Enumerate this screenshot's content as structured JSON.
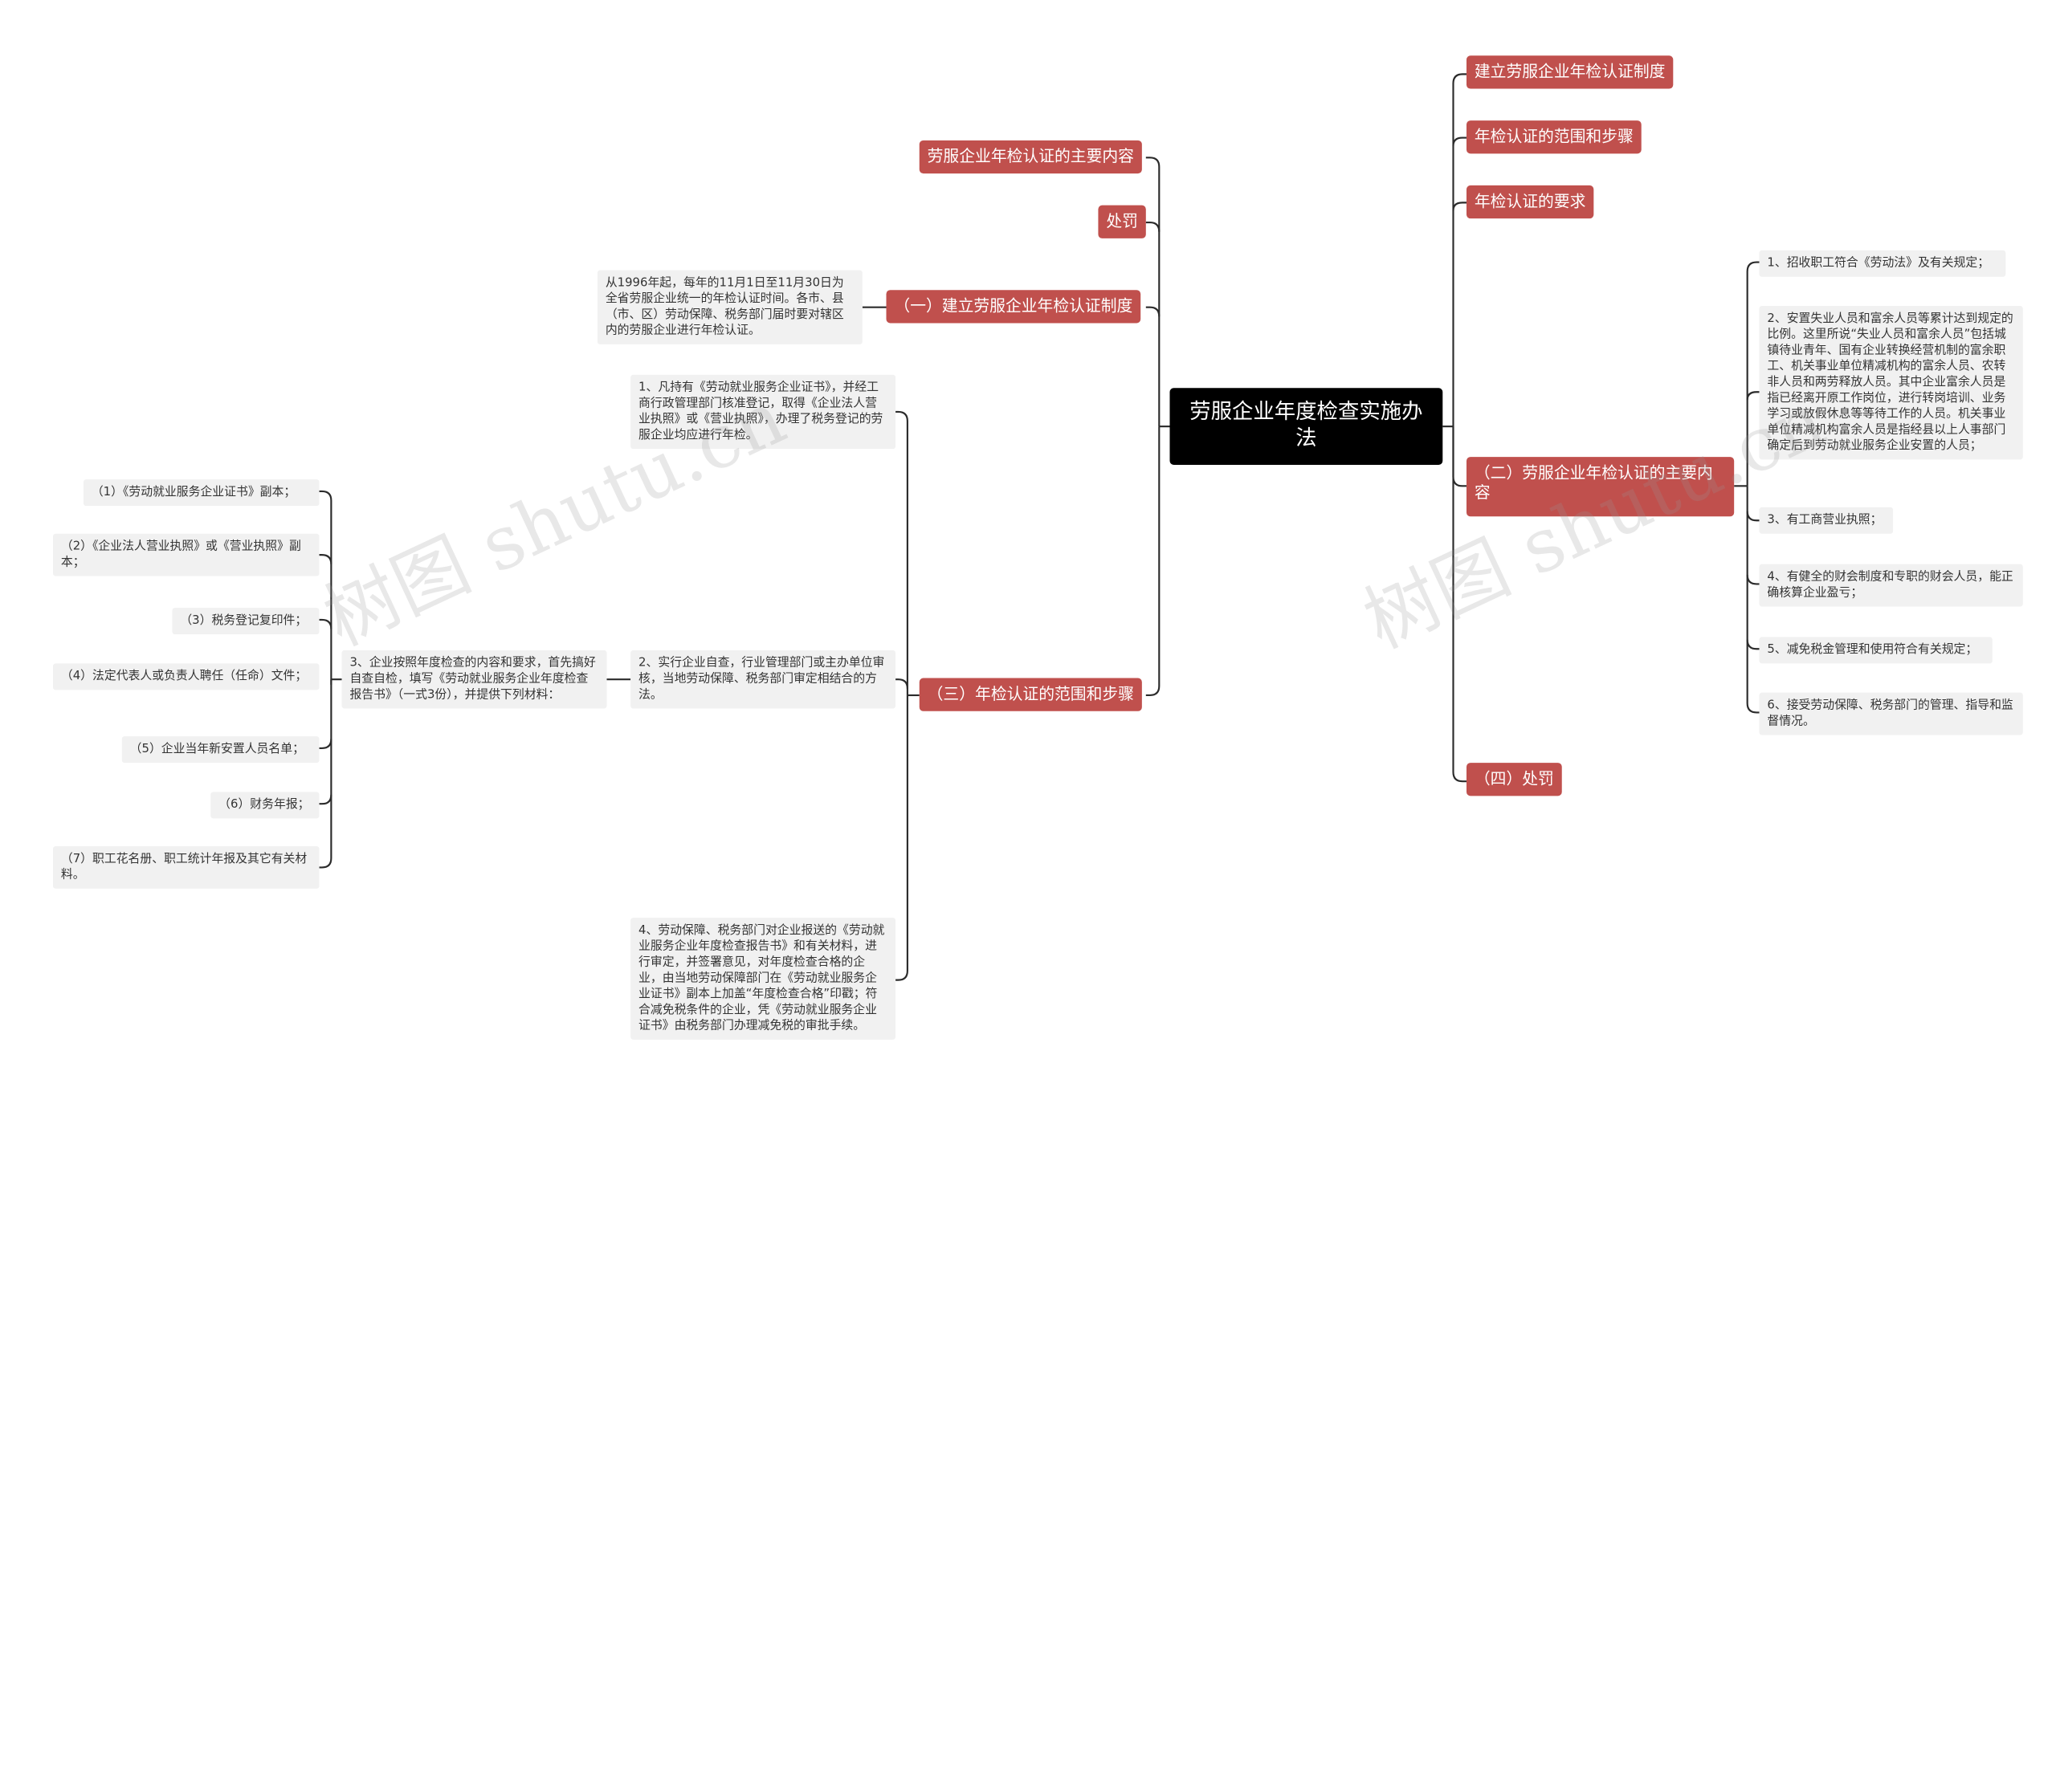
{
  "root": "劳服企业年度检查实施办法",
  "right": {
    "b1": "建立劳服企业年检认证制度",
    "b2": "年检认证的范围和步骤",
    "b3": "年检认证的要求",
    "b4": "（二）劳服企业年检认证的主要内容",
    "b4_items": [
      "1、招收职工符合《劳动法》及有关规定；",
      "2、安置失业人员和富余人员等累计达到规定的比例。这里所说“失业人员和富余人员”包括城镇待业青年、国有企业转换经营机制的富余职工、机关事业单位精减机构的富余人员、农转非人员和两劳释放人员。其中企业富余人员是指已经离开原工作岗位，进行转岗培训、业务学习或放假休息等等待工作的人员。机关事业单位精减机构富余人员是指经县以上人事部门确定后到劳动就业服务企业安置的人员；",
      "3、有工商营业执照；",
      "4、有健全的财会制度和专职的财会人员，能正确核算企业盈亏；",
      "5、减免税金管理和使用符合有关规定；",
      "6、接受劳动保障、税务部门的管理、指导和监督情况。"
    ],
    "b5": "（四）处罚"
  },
  "left": {
    "b1": "劳服企业年检认证的主要内容",
    "b2": "处罚",
    "b3": "（一）建立劳服企业年检认证制度",
    "b3_leaf": "从1996年起，每年的11月1日至11月30日为全省劳服企业统一的年检认证时间。各市、县（市、区）劳动保障、税务部门届时要对辖区内的劳服企业进行年检认证。",
    "b4": "（三）年检认证的范围和步骤",
    "b4_items": [
      "1、凡持有《劳动就业服务企业证书》，并经工商行政管理部门核准登记，取得《企业法人营业执照》或《营业执照》，办理了税务登记的劳服企业均应进行年检。",
      "2、实行企业自查，行业管理部门或主办单位审核，当地劳动保障、税务部门审定相结合的方法。",
      "3、企业按照年度检查的内容和要求，首先搞好自查自检，填写《劳动就业服务企业年度检查报告书》（一式3份），并提供下列材料：",
      "4、劳动保障、税务部门对企业报送的《劳动就业服务企业年度检查报告书》和有关材料，进行审定，并签署意见，对年度检查合格的企业，由当地劳动保障部门在《劳动就业服务企业证书》副本上加盖“年度检查合格”印戳；符合减免税条件的企业，凭《劳动就业服务企业证书》由税务部门办理减免税的审批手续。"
    ],
    "materials": [
      "（1）《劳动就业服务企业证书》副本；",
      "（2）《企业法人营业执照》或《营业执照》副本；",
      "（3）税务登记复印件；",
      "（4）法定代表人或负责人聘任（任命）文件；",
      "（5）企业当年新安置人员名单；",
      "（6）财务年报；",
      "（7）职工花名册、职工统计年报及其它有关材料。"
    ]
  },
  "watermark": "树图 shutu.cn",
  "colors": {
    "branch": "#c0504d",
    "root": "#000000",
    "leaf_bg": "#f1f1f1",
    "line": "#2b2b2b"
  }
}
